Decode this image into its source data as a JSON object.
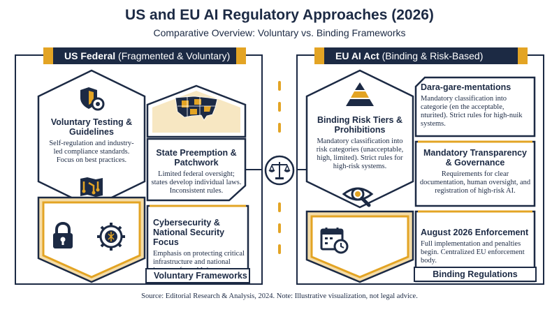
{
  "title": "US and EU AI Regulatory Approaches (2026)",
  "subtitle": "Comparative Overview: Voluntary vs. Binding Frameworks",
  "us": {
    "banner_bold": "US Federal",
    "banner_rest": " (Fragmented & Voluntary)",
    "card1": {
      "title": "Voluntary Testing & Guidelines",
      "body": "Self-regulation and industry-led compliance standards. Focus on best practices."
    },
    "card2": {
      "title": "State Preemption & Patchwork",
      "body": "Limited federal oversight; states develop individual laws. Inconsistent rules."
    },
    "card3": {
      "title": "Cybersecurity & National Security Focus",
      "body": "Emphasis on protecting critical infrastructure and national interests from AI threats."
    },
    "footer": "Voluntary Frameworks"
  },
  "eu": {
    "banner_bold": "EU AI Act",
    "banner_rest": " (Binding & Risk-Based)",
    "card1": {
      "title": "Binding Risk Tiers & Prohibitions",
      "body": "Mandatory classification into risk categories (unacceptable, high, limited). Strict rules for high-risk systems."
    },
    "card2": {
      "title": "Dara-gare-mentations",
      "body": "Mandatory classification into categorie (en the acceptable, nturited). Strict rules for high-nuik systems."
    },
    "card3": {
      "title": "Mandatory Transparency & Governance",
      "body": "Requirements for clear documentation, human oversight, and registration of high-risk AI."
    },
    "card4": {
      "title": "August 2026 Enforcement",
      "body": "Full implementation and penalties begin. Centralized EU enforcement body."
    },
    "footer": "Binding Regulations"
  },
  "source": "Source: Editorial Research & Analysis, 2024. Note: Illustrative visualization, not legal advice.",
  "colors": {
    "navy": "#1c2a44",
    "gold": "#e3a424",
    "light_gold": "#f4dca7",
    "white": "#ffffff"
  },
  "icons": [
    "shield-gear-icon",
    "us-map-icon",
    "circuit-map-icon",
    "padlock-icon",
    "neural-gear-icon",
    "scales-icon",
    "pyramid-icon",
    "eye-search-icon",
    "calendar-clock-icon"
  ]
}
